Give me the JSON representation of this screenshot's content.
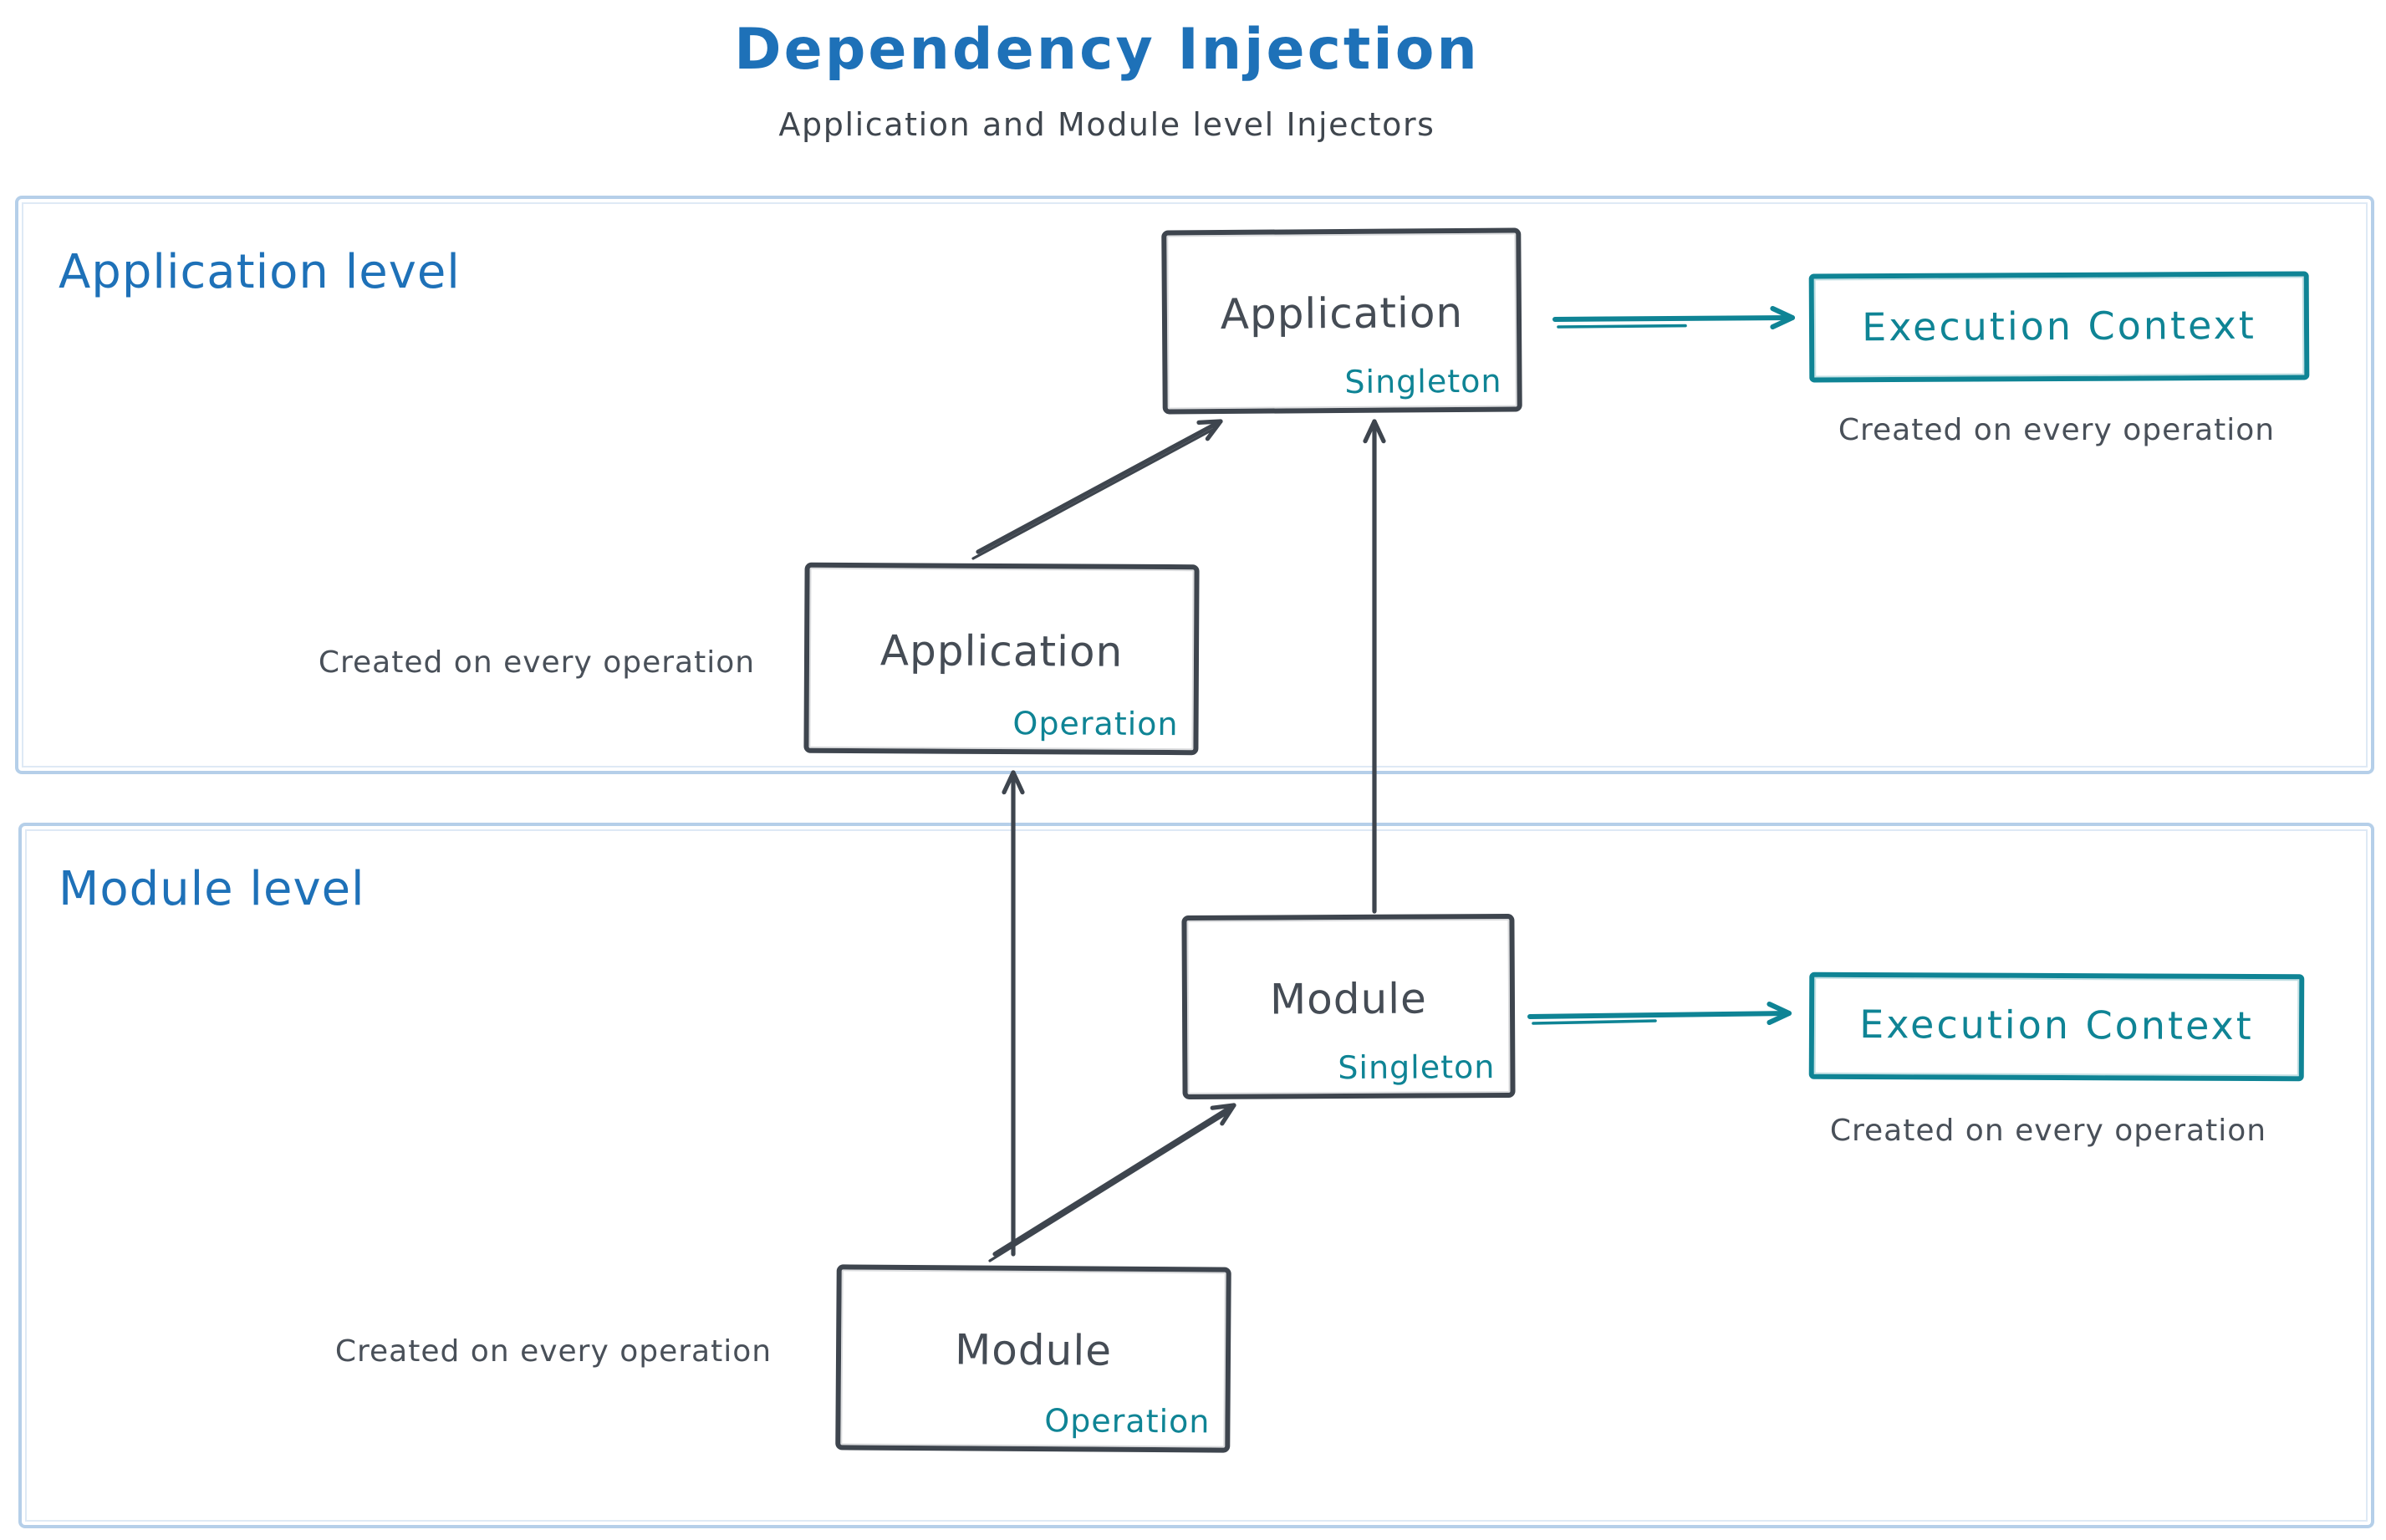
{
  "title": "Dependency Injection",
  "subtitle": "Application and Module level Injectors",
  "colors": {
    "title_blue": "#1e71b8",
    "ink_dark": "#454c55",
    "teal_accent": "#0f8495",
    "container_border": "#b5cfe9"
  },
  "application_level": {
    "label": "Application level",
    "singleton_box": {
      "title": "Application",
      "scope": "Singleton"
    },
    "operation_box": {
      "title": "Application",
      "scope": "Operation"
    },
    "operation_note": "Created on every operation",
    "execution_context": {
      "title": "Execution Context",
      "note": "Created on every operation"
    }
  },
  "module_level": {
    "label": "Module level",
    "singleton_box": {
      "title": "Module",
      "scope": "Singleton"
    },
    "operation_box": {
      "title": "Module",
      "scope": "Operation"
    },
    "operation_note": "Created on every operation",
    "execution_context": {
      "title": "Execution Context",
      "note": "Created on every operation"
    }
  }
}
